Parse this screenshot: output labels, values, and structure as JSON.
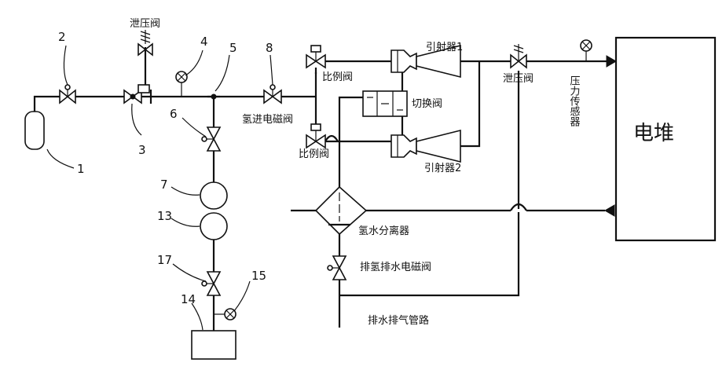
{
  "labels": {
    "relief_valve_top": "泄压阀",
    "relief_valve_right": "泄压阀",
    "hydrogen_inlet_solenoid": "氢进电磁阀",
    "proportional_valve_top": "比例阀",
    "proportional_valve_bottom": "比例阀",
    "switch_valve": "切换阀",
    "ejector_1": "引射器1",
    "ejector_2": "引射器2",
    "pressure_sensor": "压力传感器",
    "stack": "电堆",
    "separator": "氢水分离器",
    "purge_solenoid": "排氢排水电磁阀",
    "exhaust_line": "排水排气管路"
  },
  "numbers": {
    "n1": "1",
    "n2": "2",
    "n3": "3",
    "n4": "4",
    "n5": "5",
    "n6": "6",
    "n7": "7",
    "n8": "8",
    "n13": "13",
    "n14": "14",
    "n15": "15",
    "n17": "17"
  }
}
